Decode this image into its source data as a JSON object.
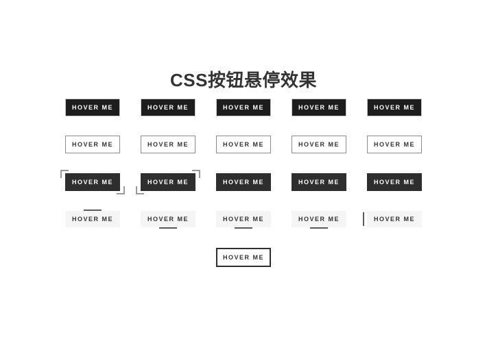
{
  "title": "CSS按钮悬停效果",
  "rows": [
    {
      "style": "solid-dark",
      "buttons": [
        "HOVER ME",
        "HOVER ME",
        "HOVER ME",
        "HOVER ME",
        "HOVER ME"
      ]
    },
    {
      "style": "outline-light",
      "buttons": [
        "HOVER ME",
        "HOVER ME",
        "HOVER ME",
        "HOVER ME",
        "HOVER ME"
      ]
    },
    {
      "style": "dark-soft-corner-brackets",
      "buttons": [
        "HOVER ME",
        "HOVER ME",
        "HOVER ME",
        "HOVER ME",
        "HOVER ME"
      ]
    },
    {
      "style": "flat-light-accent-line",
      "buttons": [
        "HOVER ME",
        "HOVER ME",
        "HOVER ME",
        "HOVER ME",
        "HOVER ME"
      ]
    },
    {
      "style": "outline-dark-centered",
      "buttons": [
        "HOVER ME"
      ]
    }
  ],
  "colors": {
    "title_text": "#333333",
    "dark_button_bg": "#1d1d1d",
    "dark_soft_button_bg": "#2e2e2e",
    "light_button_bg": "#f5f5f5",
    "outline_light_border": "#8a8a8a",
    "outline_dark_border": "#2e2e2e",
    "bracket": "#999999",
    "accent_line": "#5a5a5a",
    "text_on_dark": "#ffffff",
    "text_on_light": "#333333"
  }
}
